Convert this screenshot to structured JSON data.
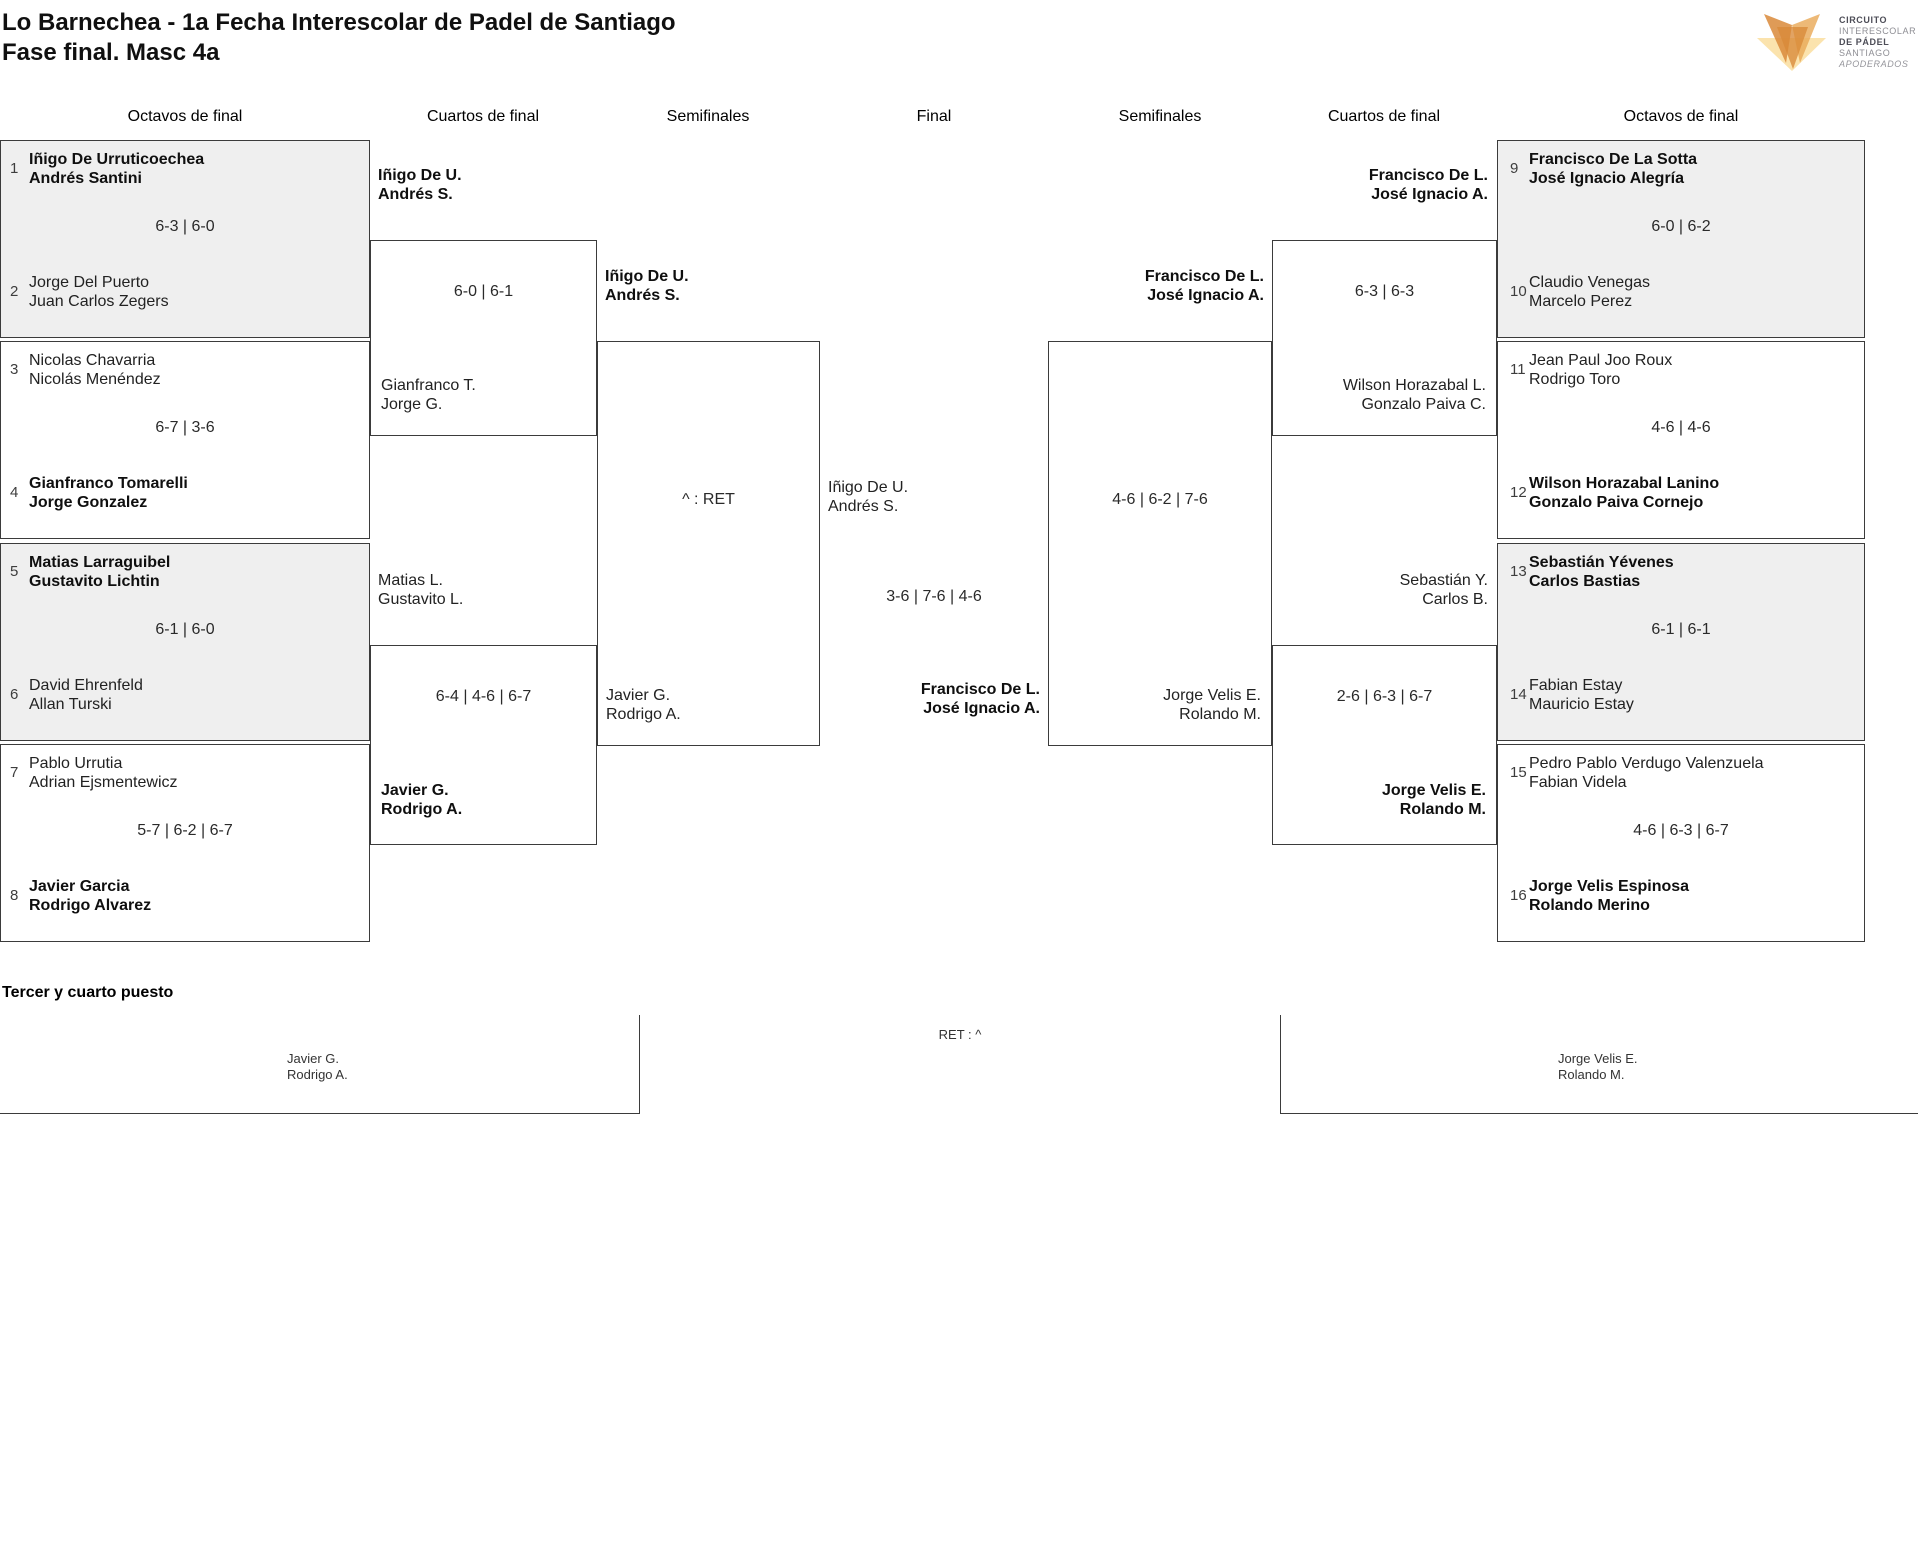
{
  "title": {
    "line1": "Lo Barnechea - 1a Fecha Interescolar de Padel de Santiago",
    "line2": "Fase final. Masc 4a"
  },
  "logo": {
    "text1": "CIRCUITO",
    "text2": "INTERESCOLAR",
    "text3": "DE PÁDEL",
    "text4": "SANTIAGO",
    "text5": "APODERADOS",
    "color_dark": "#D98939",
    "color_mid": "#E8A855",
    "color_pale": "#FBE0A4"
  },
  "headers": {
    "octavos_left": "Octavos de final",
    "cuartos_left": "Cuartos de final",
    "semis_left": "Semifinales",
    "final": "Final",
    "semis_right": "Semifinales",
    "cuartos_right": "Cuartos de final",
    "octavos_right": "Octavos de final"
  },
  "r16": [
    {
      "seed_top": "1",
      "top1": "Iñigo De Urruticoechea",
      "top2": "Andrés Santini",
      "score": "6-3 | 6-0",
      "seed_bottom": "2",
      "bottom1": "Jorge Del Puerto",
      "bottom2": "Juan Carlos Zegers"
    },
    {
      "seed_top": "3",
      "top1": "Nicolas Chavarria",
      "top2": "Nicolás Menéndez",
      "score": "6-7 | 3-6",
      "seed_bottom": "4",
      "bottom1": "Gianfranco Tomarelli",
      "bottom2": "Jorge Gonzalez"
    },
    {
      "seed_top": "5",
      "top1": "Matias Larraguibel",
      "top2": "Gustavito Lichtin",
      "score": "6-1 | 6-0",
      "seed_bottom": "6",
      "bottom1": "David Ehrenfeld",
      "bottom2": "Allan Turski"
    },
    {
      "seed_top": "7",
      "top1": "Pablo Urrutia",
      "top2": "Adrian Ejsmentewicz",
      "score": "5-7 | 6-2 | 6-7",
      "seed_bottom": "8",
      "bottom1": "Javier Garcia",
      "bottom2": "Rodrigo Alvarez"
    },
    {
      "seed_top": "9",
      "top1": "Francisco De La Sotta",
      "top2": "José Ignacio Alegría",
      "score": "6-0 | 6-2",
      "seed_bottom": "10",
      "bottom1": "Claudio Venegas",
      "bottom2": "Marcelo Perez"
    },
    {
      "seed_top": "11",
      "top1": "Jean Paul Joo Roux",
      "top2": "Rodrigo Toro",
      "score": "4-6 | 4-6",
      "seed_bottom": "12",
      "bottom1": "Wilson Horazabal Lanino",
      "bottom2": "Gonzalo Paiva Cornejo"
    },
    {
      "seed_top": "13",
      "top1": "Sebastián Yévenes",
      "top2": "Carlos Bastias",
      "score": "6-1 | 6-1",
      "seed_bottom": "14",
      "bottom1": "Fabian Estay",
      "bottom2": "Mauricio Estay"
    },
    {
      "seed_top": "15",
      "top1": "Pedro Pablo Verdugo Valenzuela",
      "top2": "Fabian Videla",
      "score": "4-6 | 6-3 | 6-7",
      "seed_bottom": "16",
      "bottom1": "Jorge Velis Espinosa",
      "bottom2": "Rolando Merino"
    }
  ],
  "qf": [
    {
      "top1": "Iñigo De U.",
      "top2": "Andrés S.",
      "score": "6-0 | 6-1",
      "bottom1": "Gianfranco T.",
      "bottom2": "Jorge G."
    },
    {
      "top1": "Matias L.",
      "top2": "Gustavito L.",
      "score": "6-4 | 4-6 | 6-7",
      "bottom1": "Javier G.",
      "bottom2": "Rodrigo A."
    },
    {
      "top1": "Francisco De L.",
      "top2": "José Ignacio A.",
      "score": "6-3 | 6-3",
      "bottom1": "Wilson Horazabal L.",
      "bottom2": "Gonzalo Paiva C."
    },
    {
      "top1": "Sebastián Y.",
      "top2": "Carlos B.",
      "score": "2-6 | 6-3 | 6-7",
      "bottom1": "Jorge Velis E.",
      "bottom2": "Rolando M."
    }
  ],
  "sf": [
    {
      "top1": "Iñigo De U.",
      "top2": "Andrés S.",
      "score": "^ : RET",
      "bottom1": "Javier G.",
      "bottom2": "Rodrigo A."
    },
    {
      "top1": "Francisco De L.",
      "top2": "José Ignacio A.",
      "score": "4-6 | 6-2 | 7-6",
      "bottom1": "Jorge Velis E.",
      "bottom2": "Rolando M."
    }
  ],
  "final": {
    "left1": "Iñigo De U.",
    "left2": "Andrés S.",
    "score": "3-6 | 7-6 | 4-6",
    "right1": "Francisco De L.",
    "right2": "José Ignacio A."
  },
  "third_place": {
    "heading": "Tercer y cuarto puesto",
    "left1": "Javier G.",
    "left2": "Rodrigo A.",
    "score": "RET : ^",
    "right1": "Jorge Velis E.",
    "right2": "Rolando M."
  }
}
